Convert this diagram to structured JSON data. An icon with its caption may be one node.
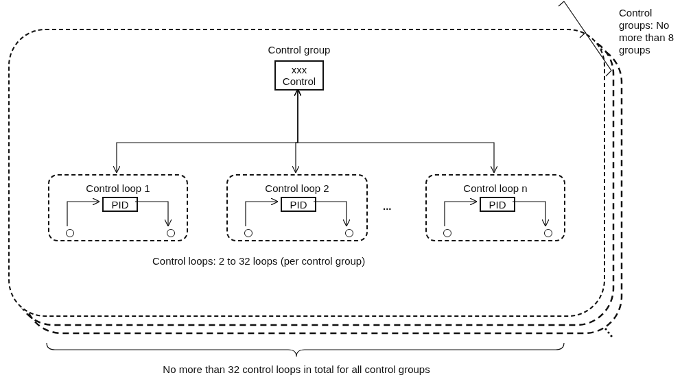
{
  "diagram": {
    "nodes": [
      {
        "text": [
          "Control loops: 2 to 32 loops (per control group)"
        ]
      },
      {
        "text": [
          "Control group",
          "xxx Control"
        ],
        "in": 0
      },
      {
        "text": [
          "Control loop 1"
        ],
        "in": 0
      },
      {
        "text": [
          "PID"
        ],
        "in": 2
      },
      {
        "text": [],
        "shape": "circle",
        "in": 2
      },
      {
        "text": [],
        "shape": "circle",
        "in": 2
      },
      {
        "text": [
          "Control loop 2"
        ],
        "in": 0
      },
      {
        "text": [
          "PID"
        ],
        "in": 6
      },
      {
        "text": [],
        "shape": "circle",
        "in": 6
      },
      {
        "text": [],
        "shape": "circle",
        "in": 6
      },
      {
        "text": [
          "Control loop n"
        ],
        "in": 0
      },
      {
        "text": [
          "PID"
        ],
        "in": 10
      },
      {
        "text": [],
        "shape": "circle",
        "in": 10
      },
      {
        "text": [],
        "shape": "circle",
        "in": 10
      }
    ],
    "edges": [
      {
        "from": 1,
        "to": 2,
        "arrow": "both"
      },
      {
        "from": 1,
        "to": 6,
        "arrow": "both"
      },
      {
        "from": 1,
        "to": 10,
        "arrow": "both"
      },
      {
        "from": 4,
        "to": 3,
        "arrow": "to"
      },
      {
        "from": 3,
        "to": 5,
        "arrow": "to"
      },
      {
        "from": 8,
        "to": 7,
        "arrow": "to"
      },
      {
        "from": 7,
        "to": 9,
        "arrow": "to"
      },
      {
        "from": 12,
        "to": 11,
        "arrow": "to"
      },
      {
        "from": 11,
        "to": 13,
        "arrow": "to"
      }
    ],
    "labels": [
      "...",
      "Control groups: No more than 8 groups",
      "No more than 32 control loops in total for all control groups"
    ]
  }
}
